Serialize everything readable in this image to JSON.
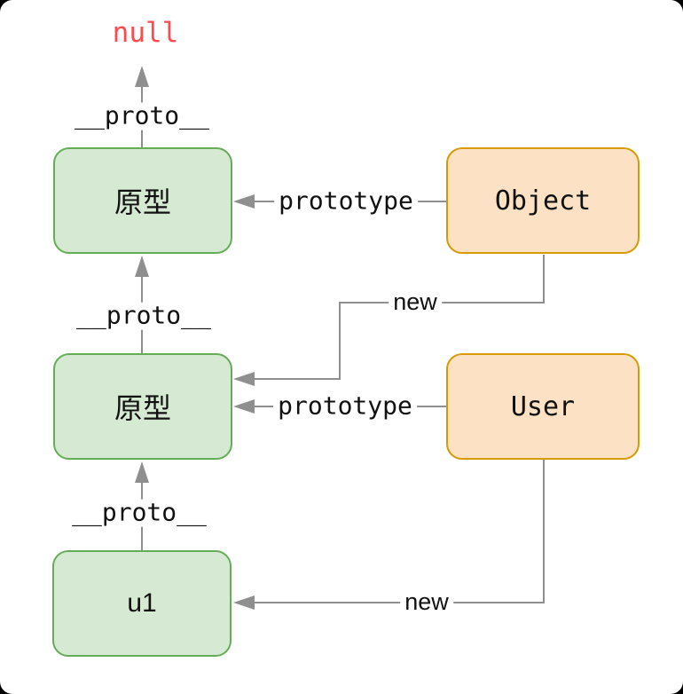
{
  "colors": {
    "canvas_bg": "#ffffff",
    "page_bg": "#000000",
    "green_fill": "#d6e9d2",
    "green_stroke": "#65ad58",
    "orange_fill": "#fce1c5",
    "orange_stroke": "#d79b00",
    "connector": "#8f8f8f",
    "null_text": "#fb4b4e",
    "text": "#111111"
  },
  "nodes": {
    "proto_top": {
      "label": "原型",
      "kind": "green"
    },
    "object_ctor": {
      "label": "Object",
      "kind": "orange"
    },
    "proto_mid": {
      "label": "原型",
      "kind": "green"
    },
    "user_ctor": {
      "label": "User",
      "kind": "orange"
    },
    "u1_instance": {
      "label": "u1",
      "kind": "green"
    }
  },
  "labels": {
    "null_value": "null",
    "proto_top_to_null": "__proto__",
    "object_prototype": "prototype",
    "object_new": "new",
    "proto_mid_to_top": "__proto__",
    "user_prototype": "prototype",
    "u1_proto": "__proto__",
    "user_new": "new"
  }
}
